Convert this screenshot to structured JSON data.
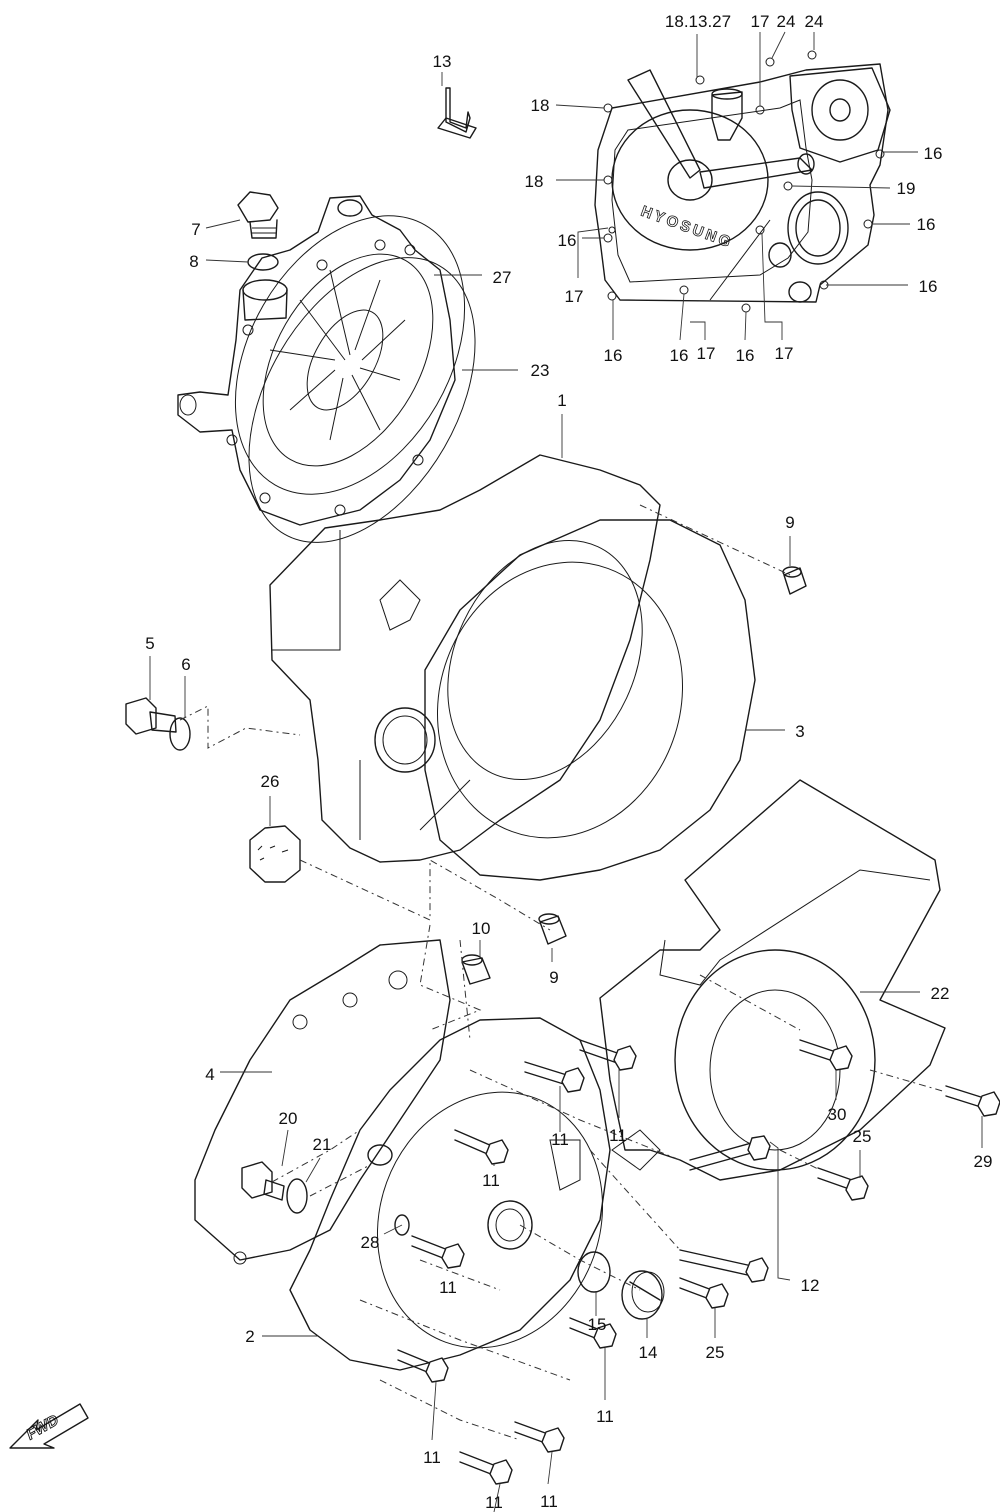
{
  "diagram": {
    "brand_text": "HYOSUNG",
    "direction_label": "FWD",
    "callouts": [
      {
        "id": "c-13-top",
        "text": "13"
      },
      {
        "id": "c-18-13-27",
        "text": "18.13.27"
      },
      {
        "id": "c-17-top",
        "text": "17"
      },
      {
        "id": "c-24-a",
        "text": "24"
      },
      {
        "id": "c-24-b",
        "text": "24"
      },
      {
        "id": "c-18-a",
        "text": "18"
      },
      {
        "id": "c-18-b",
        "text": "18"
      },
      {
        "id": "c-16-r1",
        "text": "16"
      },
      {
        "id": "c-19",
        "text": "19"
      },
      {
        "id": "c-16-r2",
        "text": "16"
      },
      {
        "id": "c-16-r3",
        "text": "16"
      },
      {
        "id": "c-16-l",
        "text": "16"
      },
      {
        "id": "c-17-l",
        "text": "17"
      },
      {
        "id": "c-16-b1",
        "text": "16"
      },
      {
        "id": "c-16-b2",
        "text": "16"
      },
      {
        "id": "c-17-b1",
        "text": "17"
      },
      {
        "id": "c-16-b3",
        "text": "16"
      },
      {
        "id": "c-17-b2",
        "text": "17"
      },
      {
        "id": "c-7",
        "text": "7"
      },
      {
        "id": "c-8",
        "text": "8"
      },
      {
        "id": "c-27",
        "text": "27"
      },
      {
        "id": "c-23",
        "text": "23"
      },
      {
        "id": "c-1",
        "text": "1"
      },
      {
        "id": "c-9-a",
        "text": "9"
      },
      {
        "id": "c-5",
        "text": "5"
      },
      {
        "id": "c-6",
        "text": "6"
      },
      {
        "id": "c-3",
        "text": "3"
      },
      {
        "id": "c-26",
        "text": "26"
      },
      {
        "id": "c-10",
        "text": "10"
      },
      {
        "id": "c-9-b",
        "text": "9"
      },
      {
        "id": "c-22",
        "text": "22"
      },
      {
        "id": "c-4",
        "text": "4"
      },
      {
        "id": "c-20",
        "text": "20"
      },
      {
        "id": "c-21",
        "text": "21"
      },
      {
        "id": "c-11-a",
        "text": "11"
      },
      {
        "id": "c-11-b",
        "text": "11"
      },
      {
        "id": "c-30",
        "text": "30"
      },
      {
        "id": "c-29",
        "text": "29"
      },
      {
        "id": "c-11-c",
        "text": "11"
      },
      {
        "id": "c-25-a",
        "text": "25"
      },
      {
        "id": "c-28",
        "text": "28"
      },
      {
        "id": "c-12",
        "text": "12"
      },
      {
        "id": "c-11-d",
        "text": "11"
      },
      {
        "id": "c-15",
        "text": "15"
      },
      {
        "id": "c-14",
        "text": "14"
      },
      {
        "id": "c-25-b",
        "text": "25"
      },
      {
        "id": "c-2",
        "text": "2"
      },
      {
        "id": "c-11-e",
        "text": "11"
      },
      {
        "id": "c-11-f",
        "text": "11"
      },
      {
        "id": "c-11-g",
        "text": "11"
      },
      {
        "id": "c-11-h",
        "text": "11"
      }
    ]
  }
}
